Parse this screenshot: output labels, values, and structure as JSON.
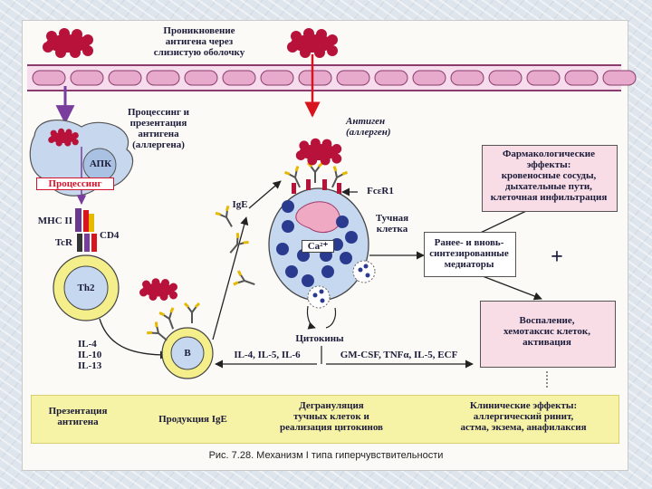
{
  "texts": {
    "penetration": "Проникновение\nантигена через\nслизистую оболочку",
    "processing_title": "Процессинг и\nпрезентация\nантигена\n(аллергена)",
    "apc": "АПК",
    "processing": "Процессинг",
    "mhc": "MHC II",
    "tcr": "TcR",
    "cd4": "CD4",
    "th2": "Th2",
    "il_left": "IL-4\nIL-10\nIL-13",
    "b": "B",
    "ige": "IgE",
    "antigen": "Антиген\n(аллерген)",
    "fcer": "FcεR1",
    "mast": "Тучная\nклетка",
    "ca": "Ca²⁺",
    "cytokines": "Цитокины",
    "il_bottom": "IL-4, IL-5, IL-6",
    "gmcsf": "GM-CSF, TNFα, IL-5, ECF",
    "mediators": "Ранее- и вновь-\nсинтезированные\nмедиаторы",
    "plus": "+",
    "pharm": "Фармакологические\nэффекты:\nкровеносные сосуды,\nдыхательные пути,\nклеточная инфильтрация",
    "inflam": "Воспаление,\nхемотаксис клеток,\nактивация",
    "bar1": "Презентация\nантигена",
    "bar2": "Продукция IgE",
    "bar3": "Дегрануляция\nтучных клеток и\nреализация цитокинов",
    "bar4": "Клинические эффекты:\nаллергический ринит,\nастма, экзема, анафилаксия",
    "caption": "Рис. 7.28. Механизм I типа гиперчувствительности"
  },
  "colors": {
    "membrane": "#e7a9cc",
    "membrane_stroke": "#8a3d6c",
    "antigen": "#b8123b",
    "processing_text": "#d4142a",
    "apc_fill": "#c7d8ee",
    "cell_ring": "#f4ef8a",
    "mast_fill": "#c5d8f0",
    "granule": "#2a3b8f",
    "nucleus": "#f0a9c3",
    "bar": "#f7f3a6",
    "red_arrow": "#d8141e",
    "purple_arrow": "#7a3d9e"
  }
}
